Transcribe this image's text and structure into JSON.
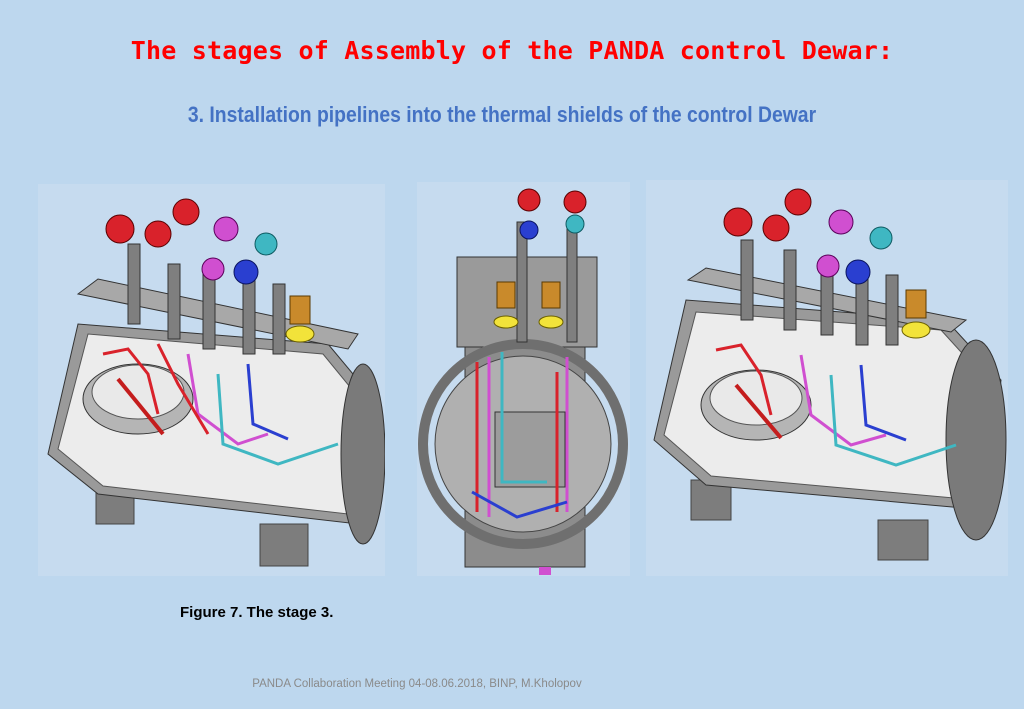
{
  "slide": {
    "title": "The stages of Assembly of the PANDA control Dewar:",
    "subtitle": "3. Installation pipelines into the thermal shields of the control Dewar",
    "caption": "Figure 7. The stage 3.",
    "footer": "PANDA Collaboration Meeting 04-08.06.2018, BINP,  M.Kholopov"
  },
  "colors": {
    "title": "#ff0000",
    "subtitle": "#4472c4",
    "background": "#bdd7ee",
    "vessel": "#8c8c8c",
    "valve_red": "#d9222b",
    "valve_magenta": "#d04fd0",
    "valve_cyan": "#3fb7c2",
    "valve_blue": "#2a3fd0",
    "brass": "#c98a2b",
    "yellow": "#f2e33a"
  },
  "figures": [
    {
      "name": "left-isometric-view",
      "icon": "dewar-3d-render"
    },
    {
      "name": "front-section-view",
      "icon": "dewar-3d-render"
    },
    {
      "name": "right-isometric-view",
      "icon": "dewar-3d-render"
    }
  ]
}
